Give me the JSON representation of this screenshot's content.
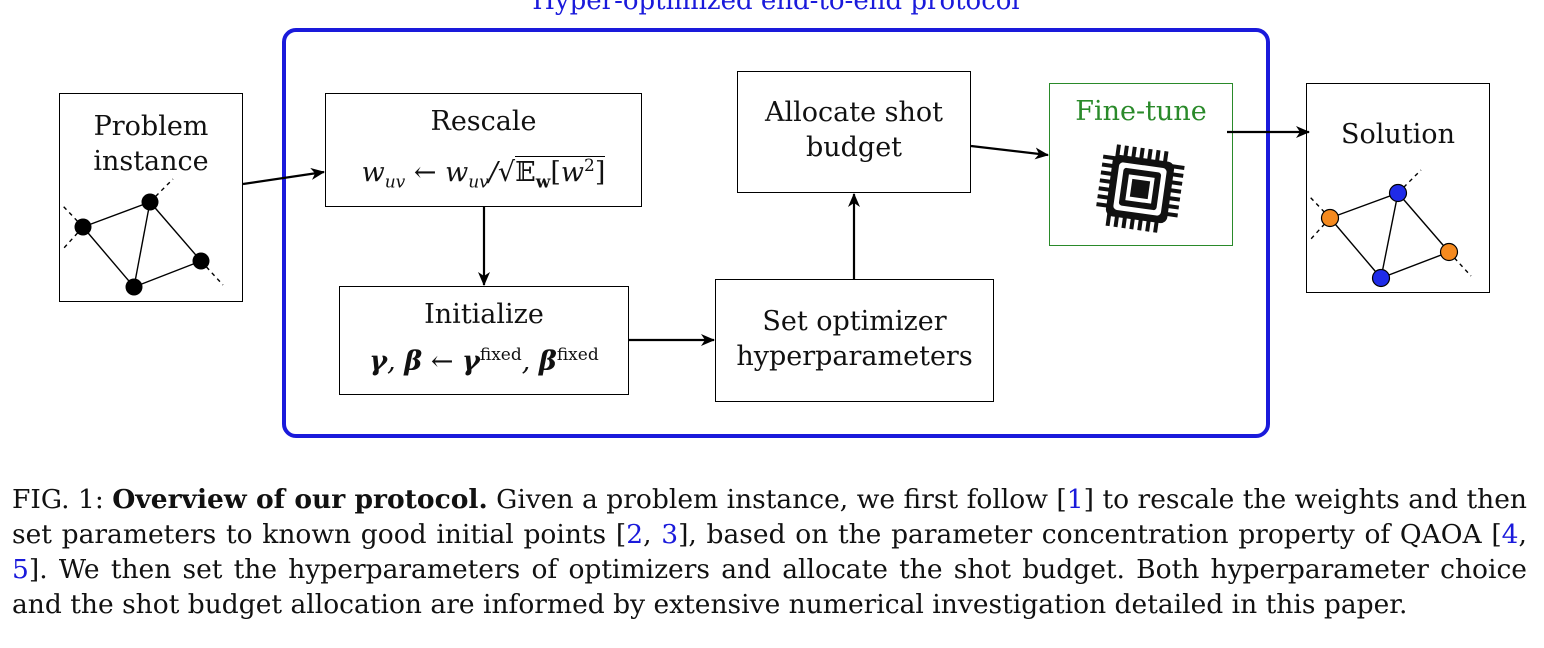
{
  "colors": {
    "protocol": "#1a1adb",
    "finetune": "#2a8a2a",
    "orange_node": "#f58a1f",
    "blue_node": "#1f2be8"
  },
  "protocol_title": "Hyper-optimized end-to-end protocol",
  "problem": {
    "line1": "Problem",
    "line2": "instance"
  },
  "rescale": {
    "title": "Rescale",
    "formula": "w_uv ← w_uv / √(𝔼_w[w²])"
  },
  "initialize": {
    "title": "Initialize",
    "formula": "γ, β ← γ^fixed, β^fixed"
  },
  "optimizer": {
    "line1": "Set optimizer",
    "line2": "hyperparameters"
  },
  "allocate": {
    "line1": "Allocate shot",
    "line2": "budget"
  },
  "finetune": {
    "title": "Fine-tune",
    "icon": "chip-icon"
  },
  "solution": {
    "title": "Solution"
  },
  "caption": {
    "prefix": "FIG. 1: ",
    "bold": "Overview of our protocol.",
    "t1": " Given a problem instance, we first follow [",
    "r1": "1",
    "t2": "] to rescale the weights and then set parameters to known good initial points [",
    "r2": "2",
    "t3": ", ",
    "r3": "3",
    "t4": "], based on the parameter concentration property of QAOA [",
    "r4": "4",
    "t5": ", ",
    "r5": "5",
    "t6": "]. We then set the hyperparameters of optimizers and allocate the shot budget. Both hyperparameter choice and the shot budget allocation are informed by extensive numerical investigation detailed in this paper."
  }
}
